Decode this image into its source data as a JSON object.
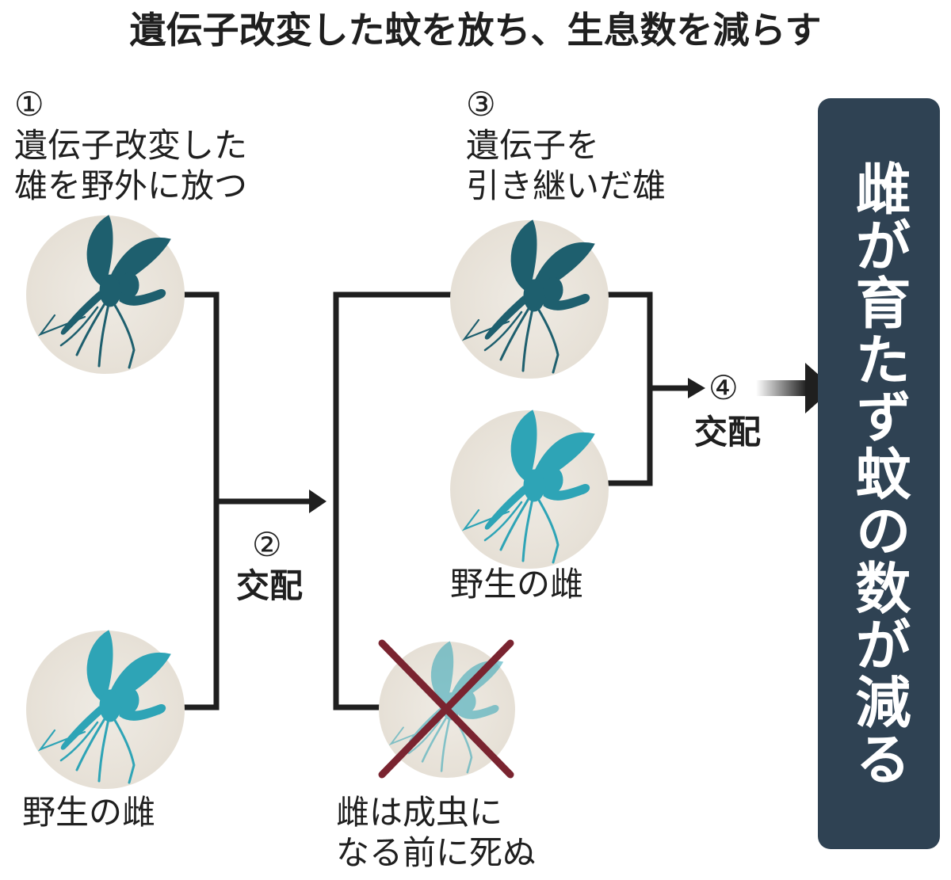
{
  "title": "遺伝子改変した蚊を放ち、生息数を減らす",
  "steps": {
    "step1": {
      "num": "①",
      "label": "遺伝子改変した\n雄を野外に放つ"
    },
    "step2": {
      "num": "②",
      "label": "交配"
    },
    "step3": {
      "num": "③",
      "label": "遺伝子を\n引き継いだ雄"
    },
    "step4": {
      "num": "④",
      "label": "交配"
    }
  },
  "labels": {
    "wild_female_left": "野生の雌",
    "wild_female_right": "野生の雌",
    "dead_female": "雌は成虫に\nなる前に死ぬ"
  },
  "result": {
    "text": "雌が育たず蚊の数が減る"
  },
  "colors": {
    "modified_male": "#1e5f6e",
    "wild_female": "#2ea4b6",
    "panel_bg": "#2f4253",
    "cross": "#7a2430",
    "line": "#1f1f1f",
    "circle_bg": "#e8e3da"
  }
}
